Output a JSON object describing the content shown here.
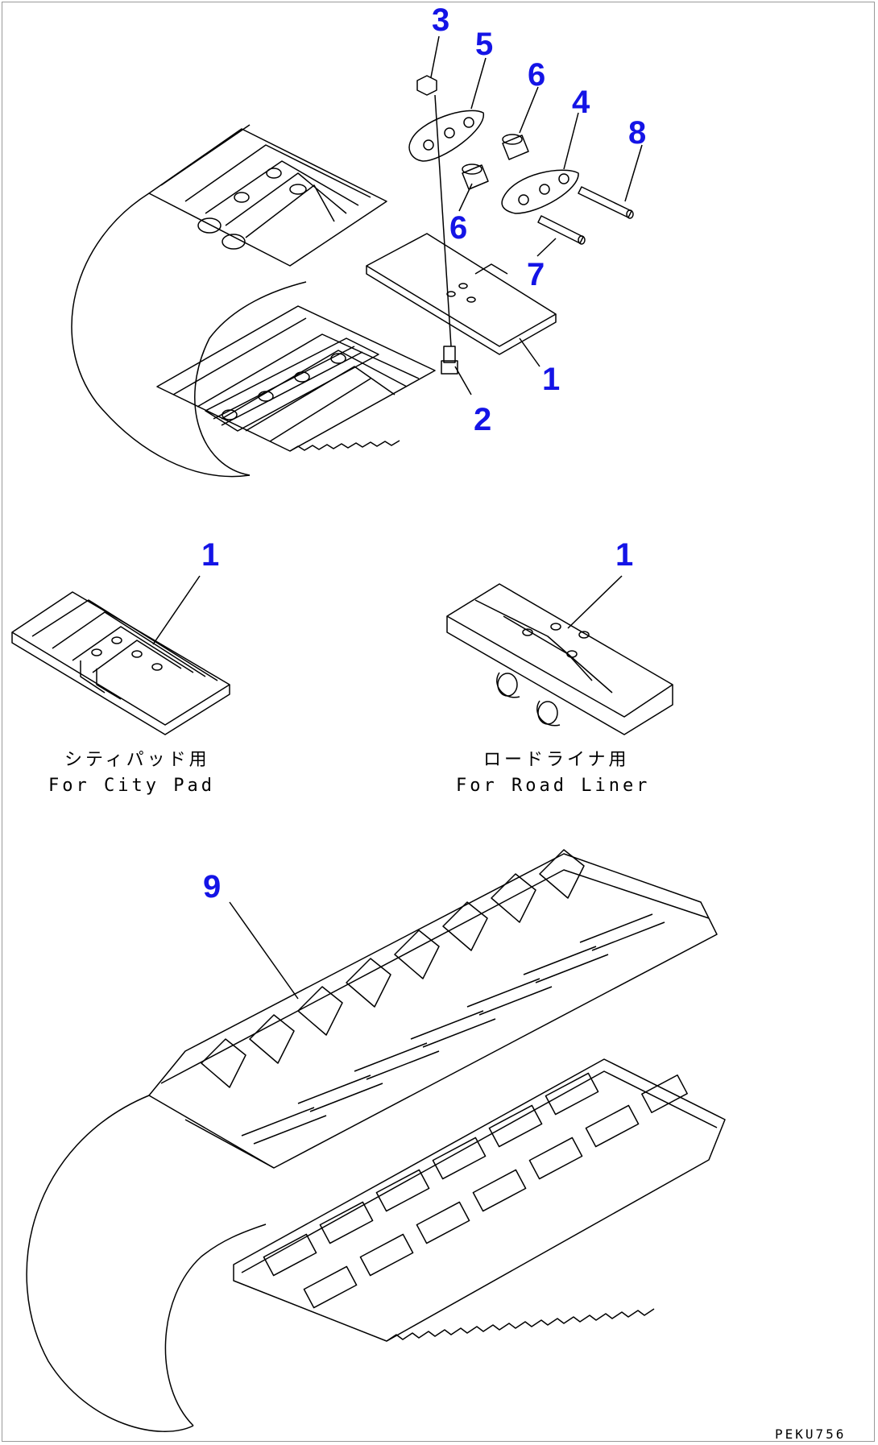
{
  "callout_color": "#1414e6",
  "line_color": "#000000",
  "callouts": {
    "c3": "3",
    "c5": "5",
    "c6a": "6",
    "c4": "4",
    "c8": "8",
    "c6b": "6",
    "c7": "7",
    "c1a": "1",
    "c2": "2",
    "c1b": "1",
    "c1c": "1",
    "c9": "9"
  },
  "captions": {
    "city_pad_jp": "シティパッド用",
    "city_pad_en": "For City Pad",
    "road_liner_jp": "ロードライナ用",
    "road_liner_en": "For Road Liner"
  },
  "figure_code": "PEKU756"
}
